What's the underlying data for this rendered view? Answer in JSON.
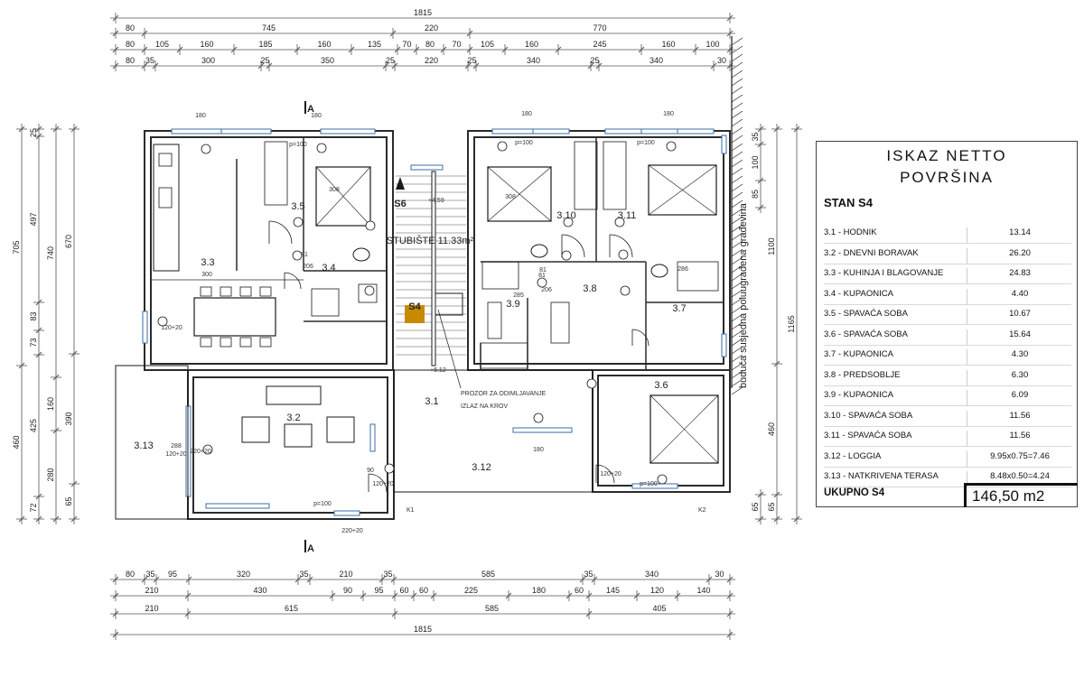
{
  "dimensions": {
    "top": {
      "row1": [
        "1815"
      ],
      "row2": [
        "80",
        "745",
        "220",
        "770"
      ],
      "row3": [
        "80",
        "105",
        "160",
        "185",
        "160",
        "135",
        "70",
        "80",
        "70",
        "105",
        "160",
        "245",
        "160",
        "100"
      ],
      "row4": [
        "80",
        "35",
        "300",
        "25",
        "350",
        "25",
        "220",
        "25",
        "340",
        "25",
        "340",
        "30"
      ]
    },
    "bottom": {
      "row1": [
        "80",
        "35",
        "95",
        "320",
        "35",
        "210",
        "35",
        "585",
        "35",
        "340",
        "30"
      ],
      "row2": [
        "210",
        "430",
        "90",
        "95",
        "60",
        "60",
        "225",
        "180",
        "60",
        "145",
        "120",
        "140"
      ],
      "row3": [
        "210",
        "615",
        "585",
        "405"
      ],
      "row4": [
        "1815"
      ]
    },
    "left": {
      "outer": [
        "705",
        "460"
      ],
      "col2": [
        "25",
        "497",
        "83",
        "73",
        "425",
        "72"
      ],
      "col3": [
        "740",
        "160",
        "280"
      ],
      "col4": [
        "670",
        "390",
        "65"
      ]
    },
    "right": {
      "col1": [
        "1165"
      ],
      "col2": [
        "1100",
        "460",
        "65"
      ],
      "col3": [
        "35",
        "100",
        "85"
      ],
      "col4": [
        "65"
      ]
    }
  },
  "plan": {
    "section_marks": [
      "A",
      "A"
    ],
    "rooms": [
      {
        "id": "3.1",
        "label": "3.1"
      },
      {
        "id": "3.2",
        "label": "3.2"
      },
      {
        "id": "3.3",
        "label": "3.3"
      },
      {
        "id": "3.4",
        "label": "3.4"
      },
      {
        "id": "3.5",
        "label": "3.5"
      },
      {
        "id": "3.6",
        "label": "3.6"
      },
      {
        "id": "3.7",
        "label": "3.7"
      },
      {
        "id": "3.8",
        "label": "3.8"
      },
      {
        "id": "3.9",
        "label": "3.9"
      },
      {
        "id": "3.10",
        "label": "3.10"
      },
      {
        "id": "3.11",
        "label": "3.11"
      },
      {
        "id": "3.12",
        "label": "3.12"
      },
      {
        "id": "3.13",
        "label": "3.13"
      }
    ],
    "stair_label": "STUBIŠTE 11.33m²",
    "s4_label": "S4",
    "s6_label": "S6",
    "level_top": "+4.59",
    "level_bottom": "+6.12",
    "smoke_note_1": "PROZOR ZA ODIMLJAVANJE",
    "smoke_note_2": "IZLAZ NA KROV",
    "neighbour_note": "buduća susjedna poluugrađena građevina",
    "k1": "K1",
    "k2": "K2",
    "window_tags": [
      "180",
      "180",
      "180",
      "180",
      "180",
      "120+20",
      "120+20",
      "120+20",
      "120+20",
      "90",
      "220+20",
      "220+20",
      "p=100",
      "p=100",
      "p=100",
      "p=100",
      "p=100"
    ],
    "door_tags": [
      "81",
      "81",
      "81",
      "206",
      "206",
      "300",
      "308",
      "308",
      "288",
      "285",
      "286"
    ]
  },
  "legend": {
    "title_line1": "ISKAZ NETTO",
    "title_line2": "POVRŠINA",
    "apartment": "STAN S4",
    "rows": [
      {
        "label": "3.1 - HODNIK",
        "value": "13.14"
      },
      {
        "label": "3.2 - DNEVNI BORAVAK",
        "value": "26.20"
      },
      {
        "label": "3.3 - KUHINJA I BLAGOVANJE",
        "value": "24.83"
      },
      {
        "label": "3.4 - KUPAONICA",
        "value": "4.40"
      },
      {
        "label": "3.5 - SPAVAĆA SOBA",
        "value": "10.67"
      },
      {
        "label": "3.6 - SPAVAĆA SOBA",
        "value": "15.64"
      },
      {
        "label": "3.7 - KUPAONICA",
        "value": "4.30"
      },
      {
        "label": "3.8 - PREDSOBLJE",
        "value": "6.30"
      },
      {
        "label": "3.9 - KUPAONICA",
        "value": "6.09"
      },
      {
        "label": "3.10 - SPAVAĆA SOBA",
        "value": "11.56"
      },
      {
        "label": "3.11 - SPAVAĆA SOBA",
        "value": "11.56"
      },
      {
        "label": "3.12 - LOGGIA",
        "value": "9.95x0.75=7.46"
      },
      {
        "label": "3.13 - NATKRIVENA TERASA",
        "value": "8.48x0.50=4.24"
      }
    ],
    "total_label": "UKUPNO S4",
    "total_value": "146,50 m2"
  },
  "colors": {
    "line": "#1a1a1a",
    "wall": "#2b2b2b",
    "dim": "#555555",
    "window": "#3a6ea5",
    "s4_marker": "#c88a00"
  }
}
